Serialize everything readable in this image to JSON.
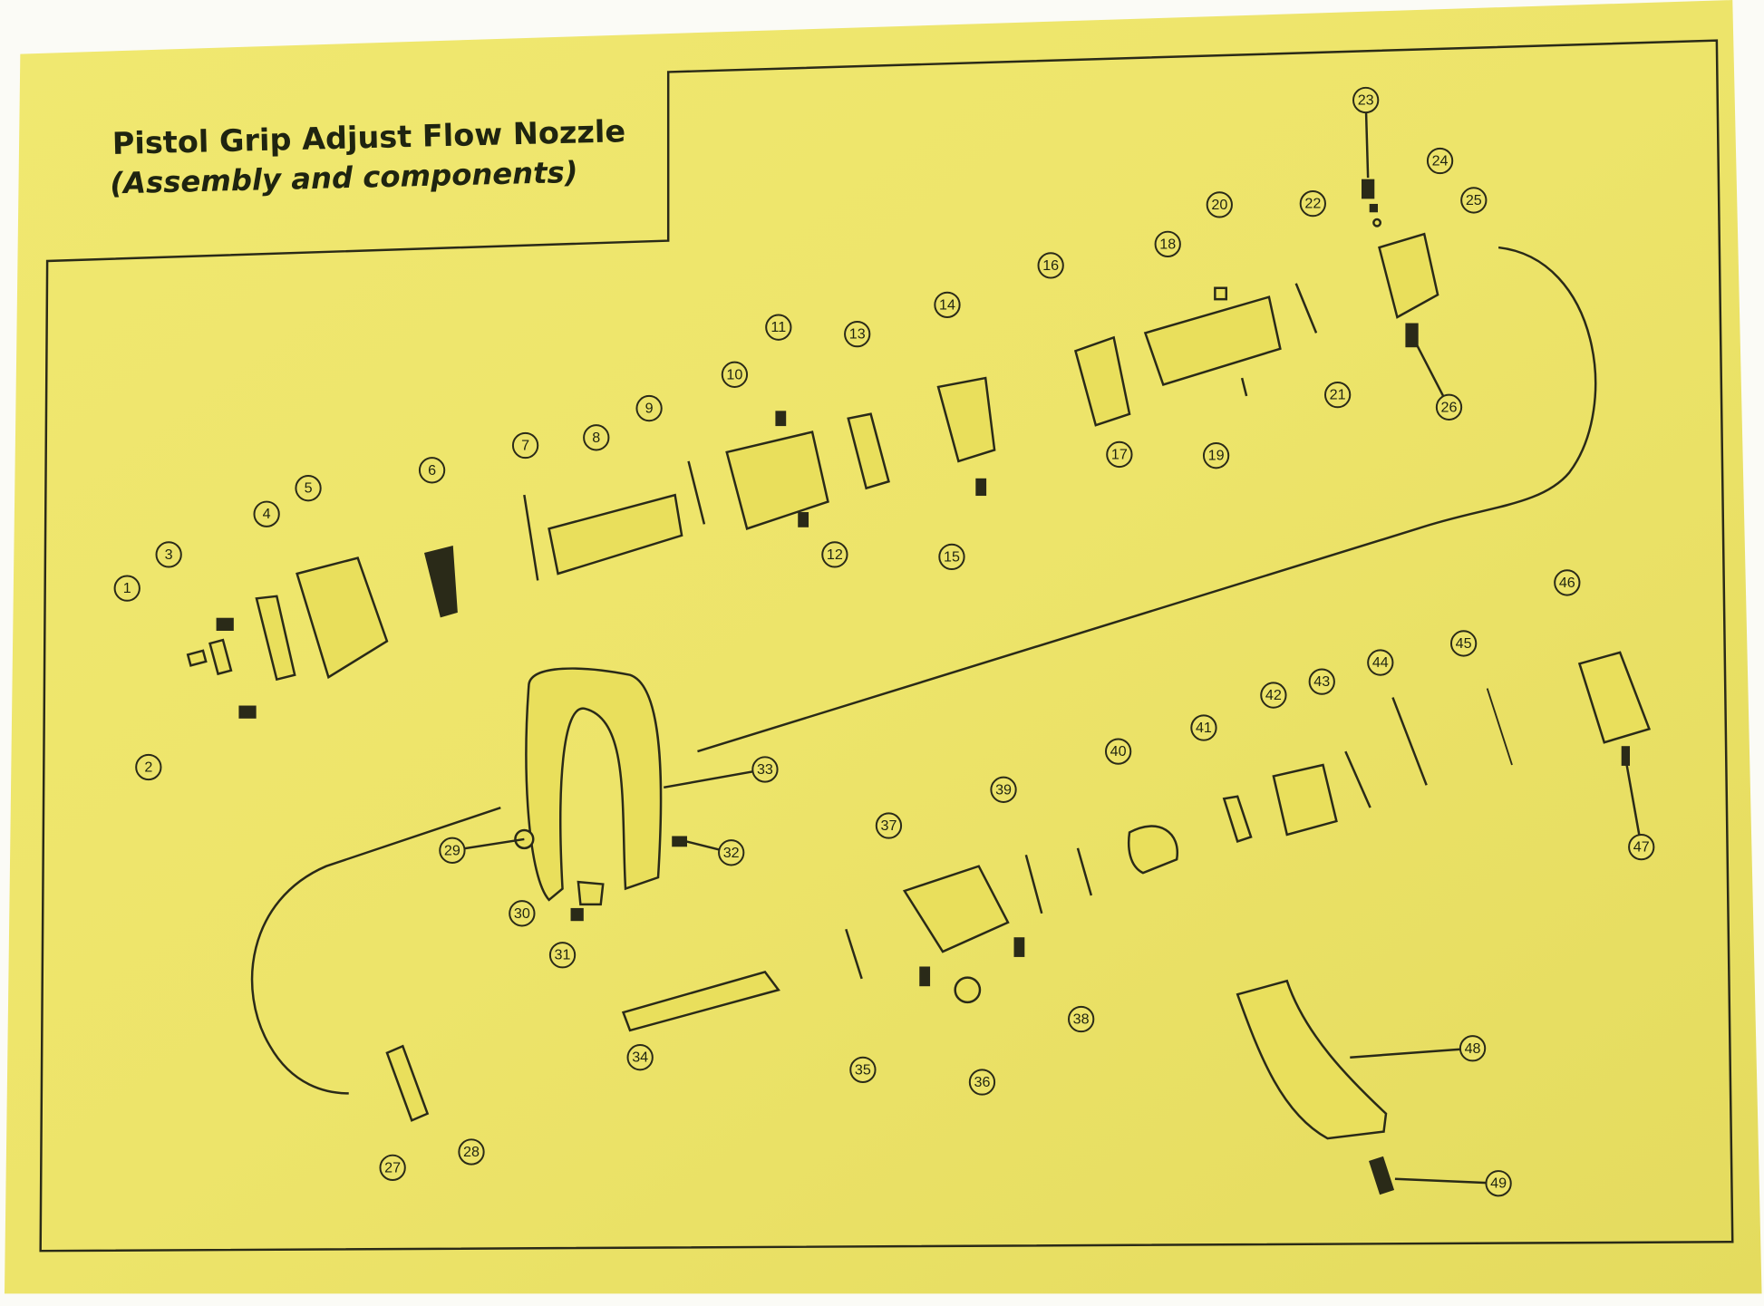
{
  "title": "Pistol Grip Adjust Flow Nozzle",
  "subtitle": "(Assembly and components)",
  "colors": {
    "paper": "#ede46a",
    "ink": "#2a2a18",
    "background": "#fbfbf6"
  },
  "callouts": [
    "1",
    "2",
    "3",
    "4",
    "5",
    "6",
    "7",
    "8",
    "9",
    "10",
    "11",
    "12",
    "13",
    "14",
    "15",
    "16",
    "17",
    "18",
    "19",
    "20",
    "21",
    "22",
    "23",
    "24",
    "25",
    "26",
    "27",
    "28",
    "29",
    "30",
    "31",
    "32",
    "33",
    "34",
    "35",
    "36",
    "37",
    "38",
    "39",
    "40",
    "41",
    "42",
    "43",
    "44",
    "45",
    "46",
    "47",
    "48",
    "49"
  ]
}
